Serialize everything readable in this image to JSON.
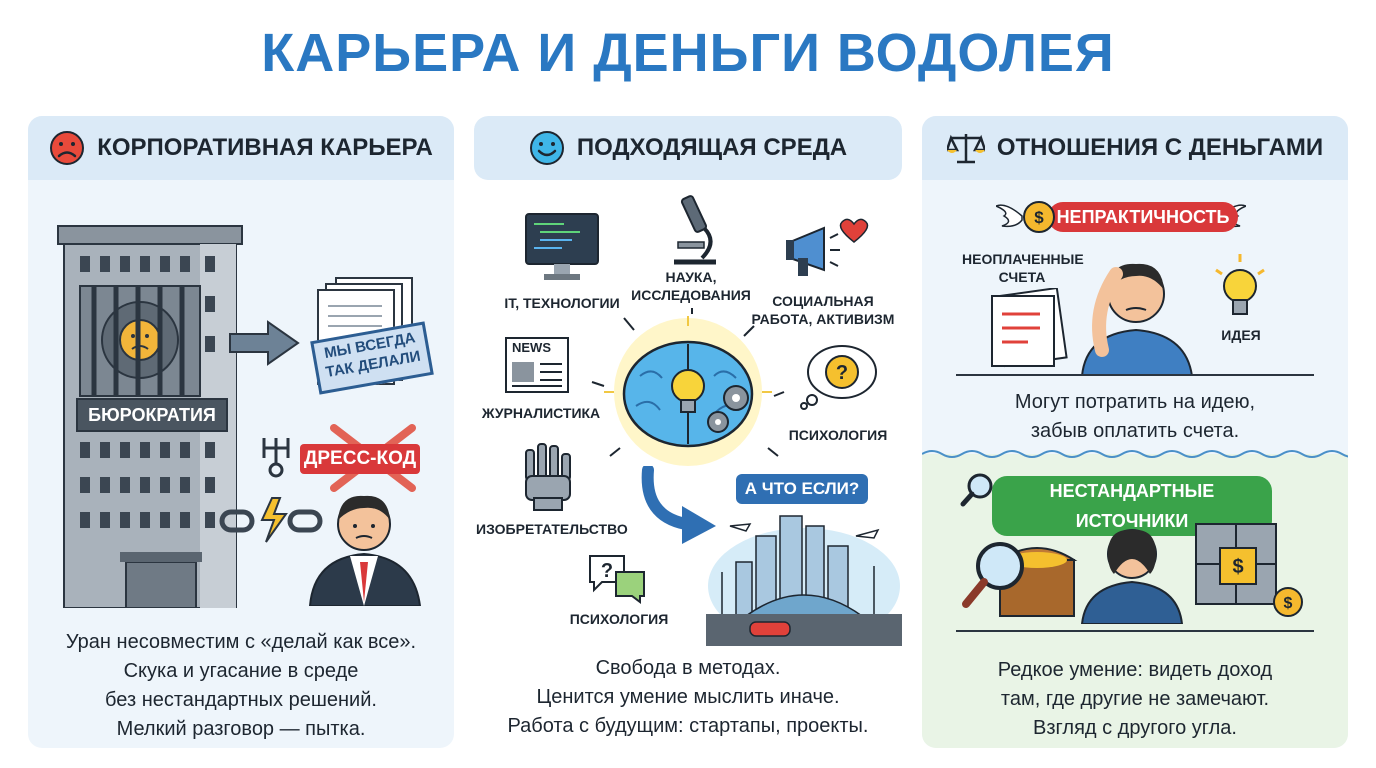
{
  "title": "КАРЬЕРА И ДЕНЬГИ ВОДОЛЕЯ",
  "colors": {
    "title": "#2a78c2",
    "panel_bg": "#eef5fb",
    "header_bg": "#dbeaf7",
    "red": "#d9383a",
    "green": "#3aa34a"
  },
  "col1": {
    "heading": "КОРПОРАТИВНАЯ КАРЬЕРА",
    "heading_icon": "sad-face-icon",
    "sign": "МЫ ВСЕГДА ТАК ДЕЛАЛИ",
    "bureaucracy": "БЮРОКРАТИЯ",
    "dresscode": "ДРЕСС-КОД",
    "caption": [
      "Уран несовместим с «делай как все».",
      "Скука и угасание в среде",
      "без нестандартных решений.",
      "Мелкий разговор — пытка."
    ]
  },
  "col2": {
    "heading": "ПОДХОДЯЩАЯ СРЕДА",
    "heading_icon": "smile-face-icon",
    "labels": {
      "it": "IT, ТЕХНОЛОГИИ",
      "science": "НАУКА, ИССЛЕДОВАНИЯ",
      "social": "СОЦИАЛЬНАЯ РАБОТА, АКТИВИЗМ",
      "journalism": "ЖУРНАЛИСТИКА",
      "psych1": "ПСИХОЛОГИЯ",
      "invention": "ИЗОБРЕТАТЕЛЬСТВО",
      "psych2": "ПСИХОЛОГИЯ",
      "news": "NEWS"
    },
    "whatif": "А ЧТО ЕСЛИ?",
    "caption": [
      "Свобода в методах.",
      "Ценится умение мыслить иначе.",
      "Работа с будущим: стартапы, проекты."
    ]
  },
  "col3": {
    "heading": "ОТНОШЕНИЯ С ДЕНЬГАМИ",
    "heading_icon": "scales-icon",
    "ribbon1": "НЕПРАКТИЧНОСТЬ",
    "unpaid": "НЕОПЛАЧЕННЫЕ СЧЕТА",
    "idea": "ИДЕЯ",
    "caption1": [
      "Могут потратить на идею,",
      "забыв оплатить счета."
    ],
    "ribbon2": "НЕСТАНДАРТНЫЕ ИСТОЧНИКИ",
    "caption2": [
      "Редкое умение: видеть доход",
      "там, где другие не замечают.",
      "Взгляд с другого угла."
    ]
  }
}
